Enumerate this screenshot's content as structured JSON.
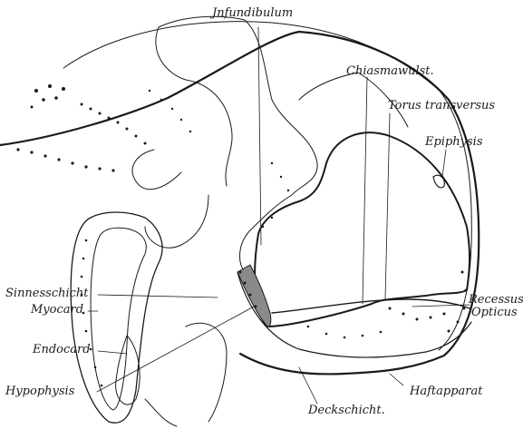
{
  "figure": {
    "labels": {
      "infundibulum": "Jnfundibulum",
      "chiasmawulst": "Chiasmawulst.",
      "torus_transversus": "Torus transversus",
      "epiphysis": "Epiphysis",
      "sinnesschicht": "Sinnesschicht",
      "myocard": "Myocard",
      "endocard": "Endocard",
      "hypophysis": "Hypophysis",
      "recessus": "Recessus",
      "opticus": "Opticus",
      "haftapparat": "Haftapparat",
      "deckschicht": "Deckschicht."
    },
    "colors": {
      "ink": "#1a1a1a",
      "paper": "#ffffff"
    }
  }
}
